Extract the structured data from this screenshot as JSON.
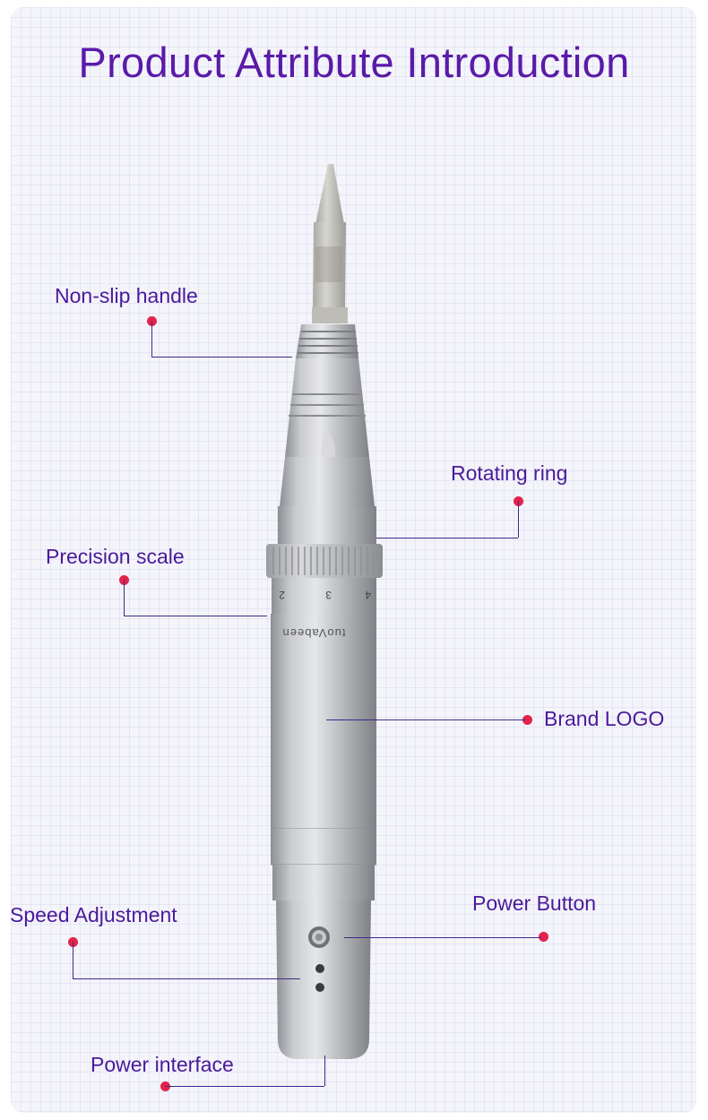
{
  "title": "Product Attribute Introduction",
  "product": {
    "engraving": "tuoVabeen",
    "scale_marks": [
      "2",
      "3",
      "4"
    ]
  },
  "callouts": [
    {
      "label": "Non-slip handle",
      "icon": "callout-dot"
    },
    {
      "label": "Rotating ring",
      "icon": "callout-dot"
    },
    {
      "label": "Precision scale",
      "icon": "callout-dot"
    },
    {
      "label": "Brand LOGO",
      "icon": "callout-dot"
    },
    {
      "label": "Speed Adjustment",
      "icon": "callout-dot"
    },
    {
      "label": "Power Button",
      "icon": "callout-dot"
    },
    {
      "label": "Power interface",
      "icon": "callout-dot"
    }
  ],
  "colors": {
    "title": "#5a1ba8",
    "label": "#4a1a9a",
    "dot": "#e4234b",
    "pen_body": "#b9babd"
  }
}
